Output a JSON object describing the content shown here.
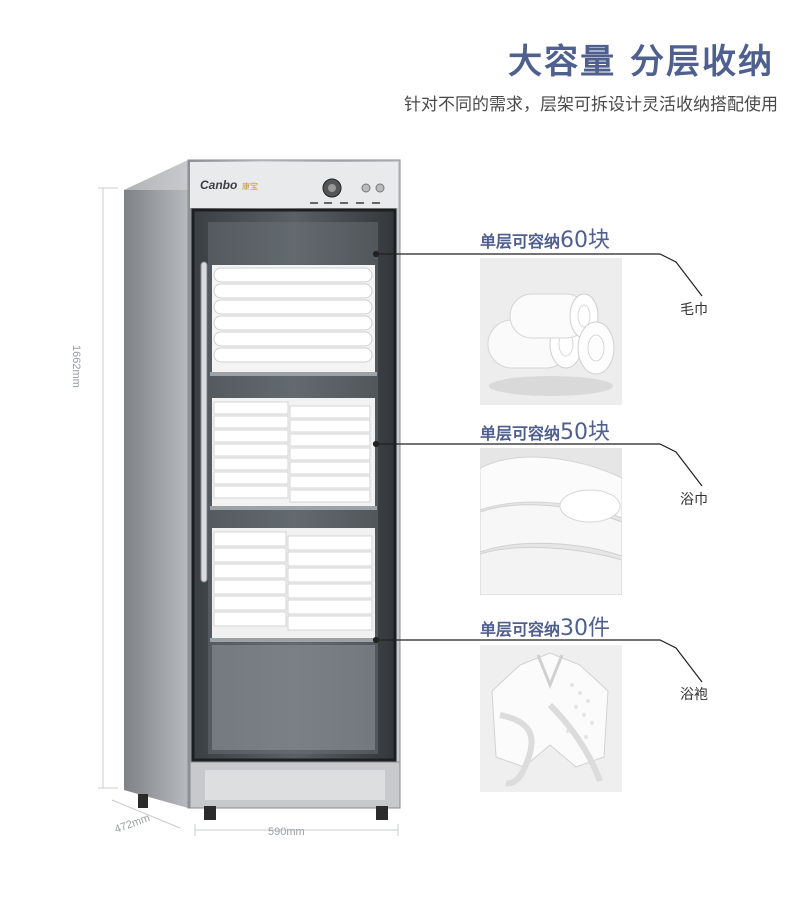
{
  "header": {
    "title": "大容量 分层收纳",
    "subtitle": "针对不同的需求，层架可拆设计灵活收纳搭配使用"
  },
  "cabinet": {
    "brand": "Canbo",
    "brand_suffix": "康宝"
  },
  "dimensions": {
    "height": "1662mm",
    "depth": "472mm",
    "width": "590mm"
  },
  "shelves": [
    {
      "prefix": "单层可容纳",
      "number": "60",
      "unit": "块",
      "item": "毛巾",
      "icon": "rolled-towel-photo"
    },
    {
      "prefix": "单层可容纳",
      "number": "50",
      "unit": "块",
      "item": "浴巾",
      "icon": "folded-bath-towel-photo"
    },
    {
      "prefix": "单层可容纳",
      "number": "30",
      "unit": "件",
      "item": "浴袍",
      "icon": "bathrobe-photo"
    }
  ],
  "colors": {
    "accent": "#4f5f8e",
    "steel": "#b9bcc0",
    "glass": "#2b2f33"
  }
}
